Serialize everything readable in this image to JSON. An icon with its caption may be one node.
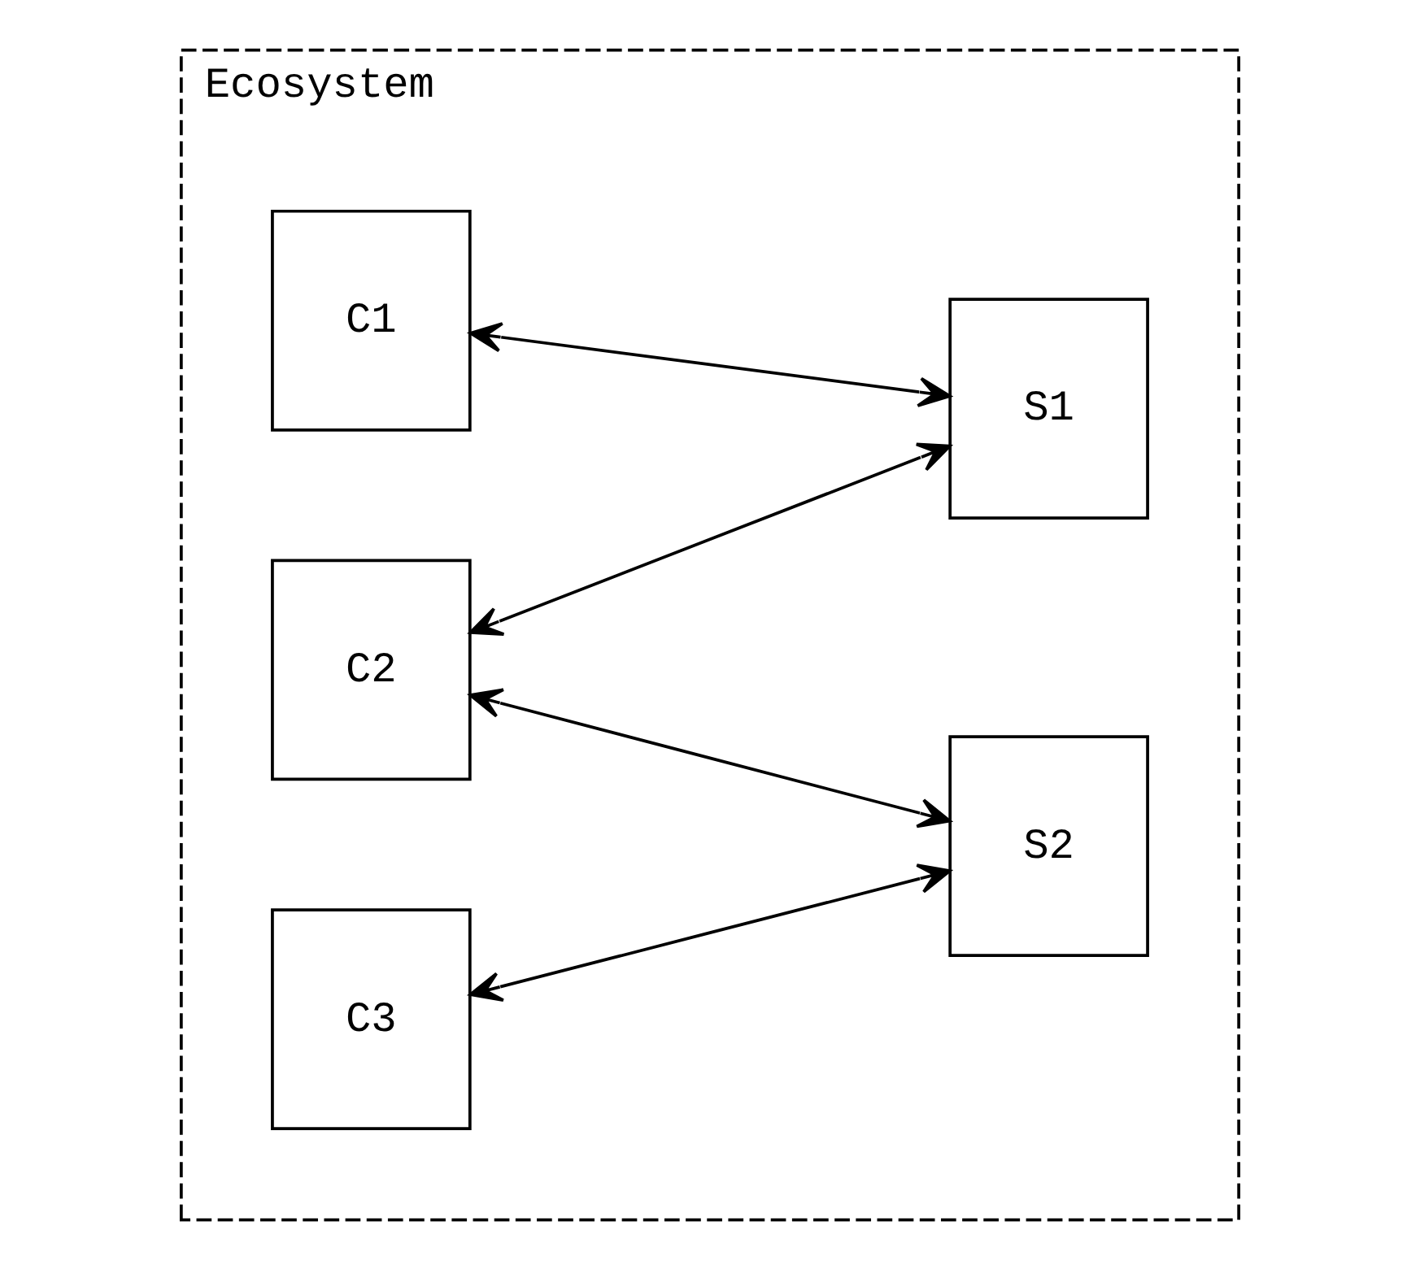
{
  "diagram": {
    "nodes": [
      {
        "text": [
          "Ecosystem"
        ]
      },
      {
        "text": [
          "C1"
        ],
        "in": 0
      },
      {
        "text": [
          "C2"
        ],
        "in": 0
      },
      {
        "text": [
          "C3"
        ],
        "in": 0
      },
      {
        "text": [
          "S1"
        ],
        "in": 0
      },
      {
        "text": [
          "S2"
        ],
        "in": 0
      }
    ],
    "edges": [
      {
        "from": 1,
        "to": 4,
        "arrow": "both"
      },
      {
        "from": 2,
        "to": 4,
        "arrow": "both"
      },
      {
        "from": 2,
        "to": 5,
        "arrow": "both"
      },
      {
        "from": 3,
        "to": 5,
        "arrow": "both"
      }
    ]
  }
}
